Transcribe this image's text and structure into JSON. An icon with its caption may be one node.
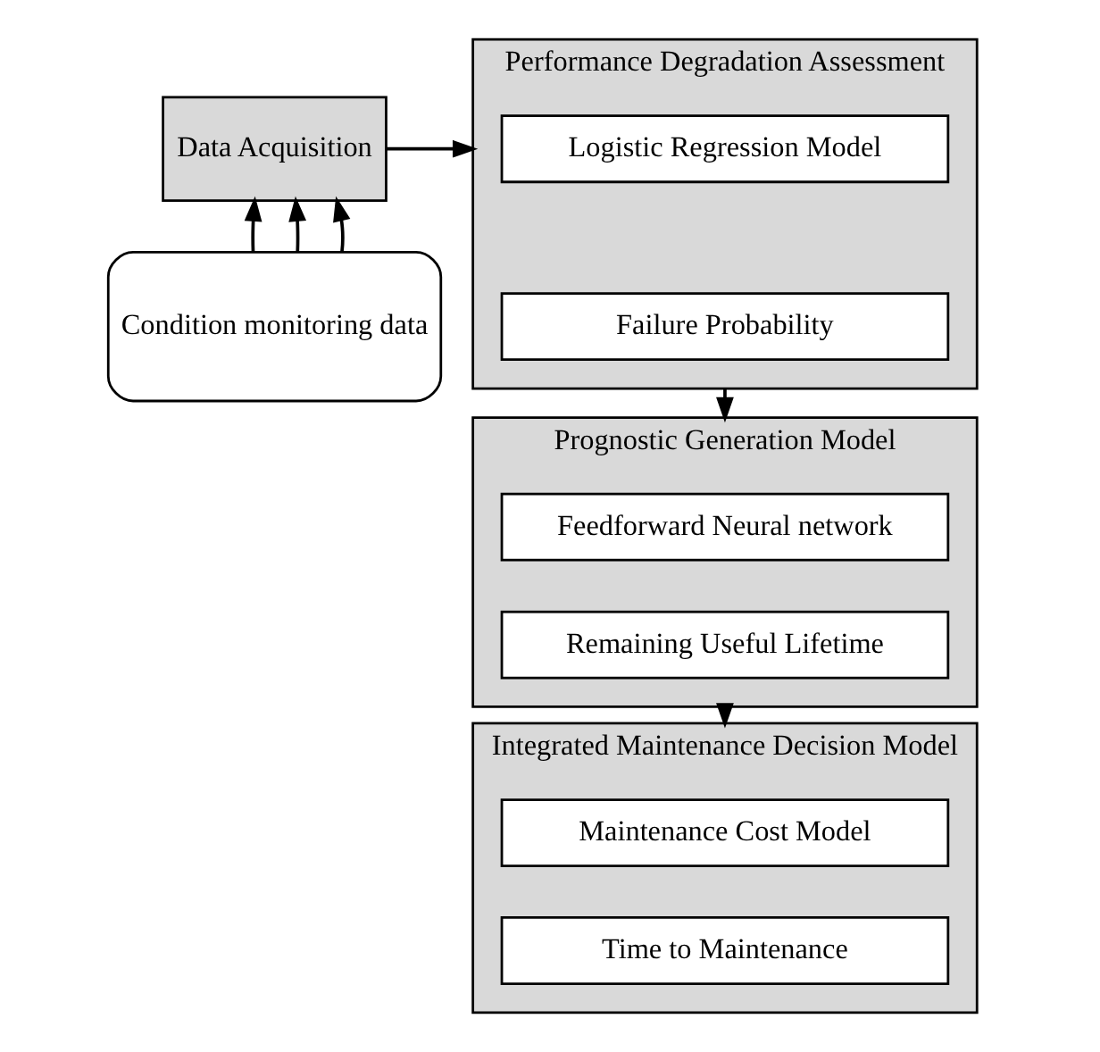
{
  "diagram": {
    "nodes": [
      {
        "text": [
          "Data Acquisition"
        ]
      },
      {
        "text": [
          "Condition monitoring data"
        ]
      },
      {
        "text": [
          "Performance Degradation Assessment"
        ]
      },
      {
        "text": [
          "Logistic Regression Model"
        ],
        "in": 2
      },
      {
        "text": [
          "Failure Probability"
        ],
        "in": 2
      },
      {
        "text": [
          "Prognostic Generation Model"
        ]
      },
      {
        "text": [
          "Feedforward Neural network"
        ],
        "in": 5
      },
      {
        "text": [
          "Remaining Useful Lifetime"
        ],
        "in": 5
      },
      {
        "text": [
          "Integrated Maintenance Decision Model"
        ]
      },
      {
        "text": [
          "Maintenance Cost Model"
        ],
        "in": 8
      },
      {
        "text": [
          "Time to Maintenance"
        ],
        "in": 8
      }
    ],
    "edges": [
      {
        "from": 1,
        "to": 0,
        "arrow": "to"
      },
      {
        "from": 1,
        "to": 0,
        "arrow": "to"
      },
      {
        "from": 1,
        "to": 0,
        "arrow": "to"
      },
      {
        "from": 0,
        "to": 2,
        "arrow": "to"
      },
      {
        "from": 2,
        "to": 5,
        "arrow": "to"
      },
      {
        "from": 5,
        "to": 8,
        "arrow": "to"
      }
    ]
  }
}
